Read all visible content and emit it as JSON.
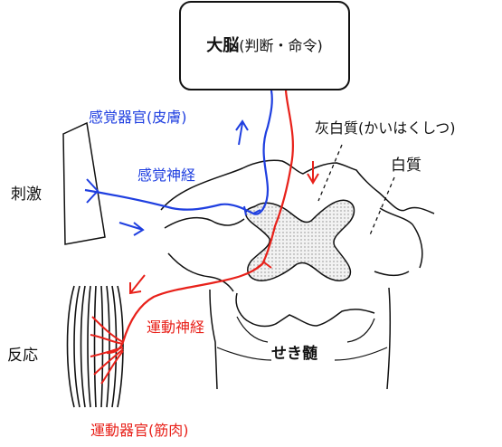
{
  "labels": {
    "brain_main": "大脳",
    "brain_sub": "(判断・命令)",
    "sensory_organ": "感覚器官(皮膚)",
    "sensory_nerve": "感覚神経",
    "stimulus": "刺激",
    "gray_matter": "灰白質(かいはくしつ)",
    "white_matter": "白質",
    "motor_nerve": "運動神経",
    "spinal_cord": "せき髄",
    "response": "反応",
    "motor_organ": "運動器官(筋肉)"
  },
  "colors": {
    "sensory": "#1f3fe0",
    "motor": "#e8211a",
    "outline": "#111111",
    "gray_matter_fill": "#e4e4e4"
  }
}
